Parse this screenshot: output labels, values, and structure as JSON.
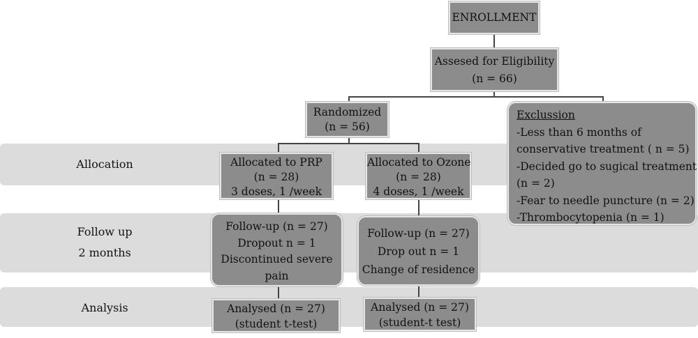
{
  "stages": {
    "allocation": "Allocation",
    "followup": [
      "Follow up",
      "2 months"
    ],
    "analysis": "Analysis"
  },
  "enrollment": "ENROLLMENT",
  "eligibility": [
    "Assesed for Eligibility",
    "(n = 66)"
  ],
  "randomized": [
    "Randomized",
    "(n = 56)"
  ],
  "exclusion": {
    "title": "Exclussion",
    "items": [
      "-Less than 6 months of",
      "conservative treatment ( n = 5)",
      "-Decided go to sugical treatment",
      "(n = 2)",
      "-Fear to needle puncture (n = 2)",
      "-Thrombocytopenia (n = 1)"
    ]
  },
  "prp": {
    "allocated": [
      "Allocated to PRP",
      "(n = 28)",
      "3 doses, 1 /week"
    ],
    "followup": [
      "Follow-up (n = 27)",
      "Dropout n = 1",
      "Discontinued  severe",
      "pain"
    ],
    "analysed": [
      "Analysed (n = 27)",
      "(student t-test)"
    ]
  },
  "ozone": {
    "allocated": [
      "Allocated to Ozone",
      "(n = 28)",
      "4 doses, 1 /week"
    ],
    "followup": [
      "Follow-up (n = 27)",
      "Drop out n = 1",
      "Change of residence"
    ],
    "analysed": [
      "Analysed (n = 27)",
      "(student-t test)"
    ]
  },
  "colors": {
    "box_fill": "#8c8c8c",
    "band_fill": "#dcdcdc",
    "connector": "#444444"
  }
}
